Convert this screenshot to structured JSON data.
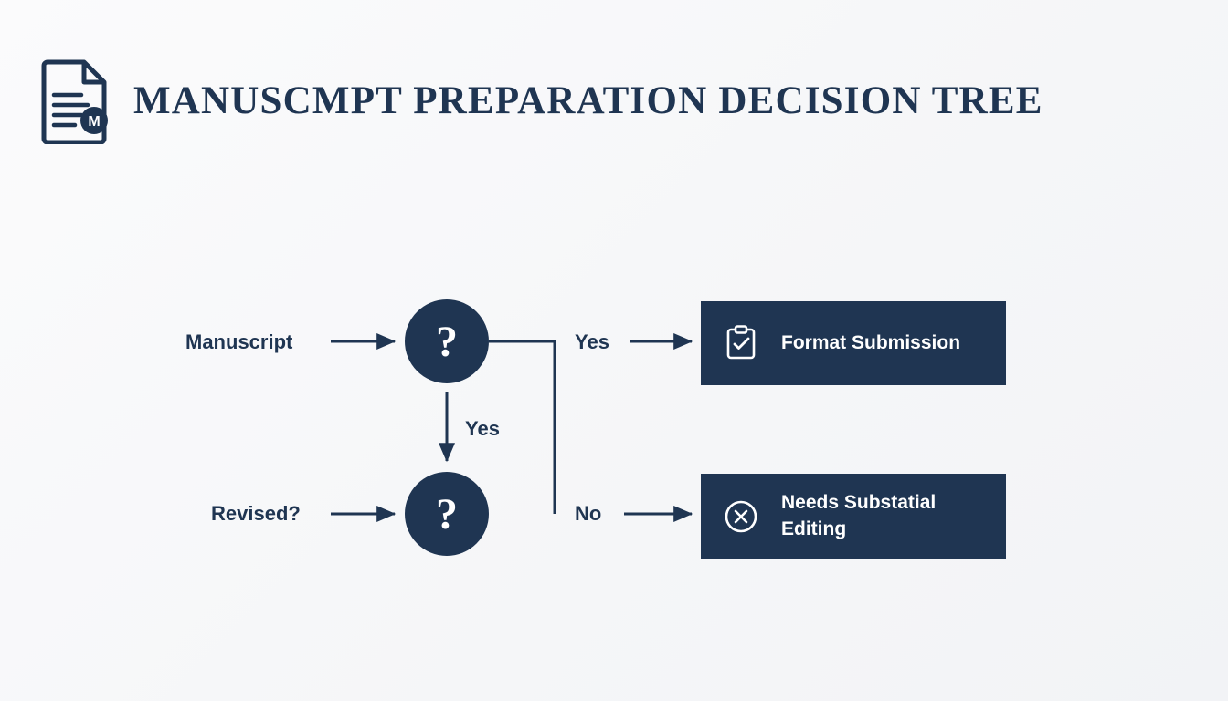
{
  "header": {
    "title": "MANUSCMPT PREPARATION DECISION TREE",
    "icon": "document-icon",
    "icon_badge_letter": "M"
  },
  "theme": {
    "background": "#f7f8fa",
    "primary": "#1f3552",
    "text_on_primary": "#ffffff"
  },
  "diagram": {
    "type": "decision-tree",
    "start_labels": [
      {
        "id": "manuscript",
        "text": "Manuscript"
      },
      {
        "id": "revised",
        "text": "Revised?"
      }
    ],
    "decision_nodes": [
      {
        "id": "decision-1",
        "glyph": "?"
      },
      {
        "id": "decision-2",
        "glyph": "?"
      }
    ],
    "branch_labels": [
      {
        "id": "yes-top",
        "text": "Yes"
      },
      {
        "id": "yes-middle",
        "text": "Yes"
      },
      {
        "id": "no-bottom",
        "text": "No"
      }
    ],
    "outcomes": [
      {
        "id": "format-submission",
        "icon": "clipboard-check-icon",
        "line1": "Format Submission",
        "line2": ""
      },
      {
        "id": "needs-substantial-editing",
        "icon": "circle-x-icon",
        "line1": "Needs Substatial",
        "line2": "Editing"
      }
    ]
  }
}
